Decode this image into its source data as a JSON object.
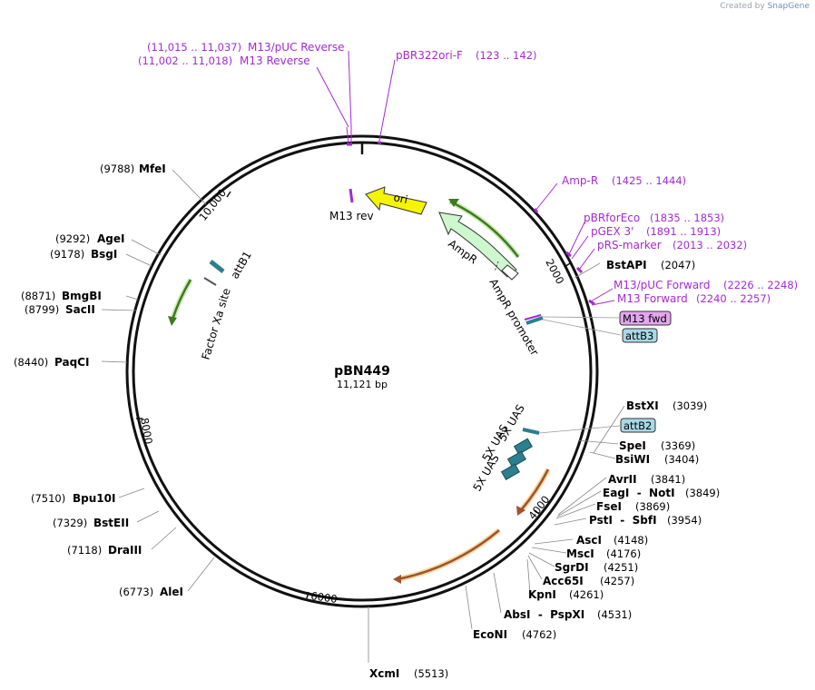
{
  "brand": {
    "created_by": "Created by",
    "product": "SnapGene"
  },
  "plasmid": {
    "name": "pBN449",
    "size_label": "11,121 bp",
    "length": 11121
  },
  "colors": {
    "backbone": "#111111",
    "primer": "#a32ad4",
    "ori": "#f5f500",
    "ampr": "#cdf7cd",
    "uas": "#2b7f8f",
    "orf_green": "#3c7a1f",
    "orf_orange": "#a0522d",
    "tag_purple": "#e3a6ef",
    "tag_blue": "#a8d8e6"
  },
  "ticks": [
    {
      "label": "2000"
    },
    {
      "label": "4000"
    },
    {
      "label": "6000"
    },
    {
      "label": "8000"
    },
    {
      "label": "10,000"
    }
  ],
  "sites": [
    {
      "name": "MfeI",
      "pos": "(9788)"
    },
    {
      "name": "AgeI",
      "pos": "(9292)"
    },
    {
      "name": "BsgI",
      "pos": "(9178)"
    },
    {
      "name": "BmgBI",
      "pos": "(8871)"
    },
    {
      "name": "SacII",
      "pos": "(8799)"
    },
    {
      "name": "PaqCI",
      "pos": "(8440)"
    },
    {
      "name": "Bpu10I",
      "pos": "(7510)"
    },
    {
      "name": "BstEII",
      "pos": "(7329)"
    },
    {
      "name": "DraIII",
      "pos": "(7118)"
    },
    {
      "name": "AleI",
      "pos": "(6773)"
    },
    {
      "name": "XcmI",
      "pos": "(5513)"
    },
    {
      "name": "EcoNI",
      "pos": "(4762)"
    },
    {
      "name": "AbsI  -  PspXI",
      "pos": "(4531)"
    },
    {
      "name": "KpnI",
      "pos": "(4261)"
    },
    {
      "name": "Acc65I",
      "pos": "(4257)"
    },
    {
      "name": "SgrDI",
      "pos": "(4251)"
    },
    {
      "name": "MscI",
      "pos": "(4176)"
    },
    {
      "name": "AscI",
      "pos": "(4148)"
    },
    {
      "name": "PstI  -  SbfI",
      "pos": "(3954)"
    },
    {
      "name": "FseI",
      "pos": "(3869)"
    },
    {
      "name": "EagI  -  NotI",
      "pos": "(3849)"
    },
    {
      "name": "AvrII",
      "pos": "(3841)"
    },
    {
      "name": "BsiWI",
      "pos": "(3404)"
    },
    {
      "name": "SpeI",
      "pos": "(3369)"
    },
    {
      "name": "BstXI",
      "pos": "(3039)"
    },
    {
      "name": "BstAPI",
      "pos": "(2047)"
    }
  ],
  "primers": [
    {
      "name": "M13/pUC Reverse",
      "pos": "(11,015 .. 11,037)"
    },
    {
      "name": "M13 Reverse",
      "pos": "(11,002 .. 11,018)"
    },
    {
      "name": "pBR322ori-F",
      "pos": "(123 .. 142)"
    },
    {
      "name": "Amp-R",
      "pos": "(1425 .. 1444)"
    },
    {
      "name": "pBRforEco",
      "pos": "(1835 .. 1853)"
    },
    {
      "name": "pGEX 3'",
      "pos": "(1891 .. 1913)"
    },
    {
      "name": "pRS-marker",
      "pos": "(2013 .. 2032)"
    },
    {
      "name": "M13/pUC Forward",
      "pos": "(2226 .. 2248)"
    },
    {
      "name": "M13 Forward",
      "pos": "(2240 .. 2257)"
    }
  ],
  "features": {
    "ori": "ori",
    "ampr": "AmpR",
    "ampr_promoter": "AmpR promoter",
    "m13_rev": "M13 rev",
    "attB1": "attB1",
    "factor_xa": "Factor Xa site",
    "uas": [
      "5X UAS",
      "5X UAS",
      "5X UAS"
    ],
    "m13_fwd": "M13 fwd",
    "attB3": "attB3",
    "attB2": "attB2"
  }
}
